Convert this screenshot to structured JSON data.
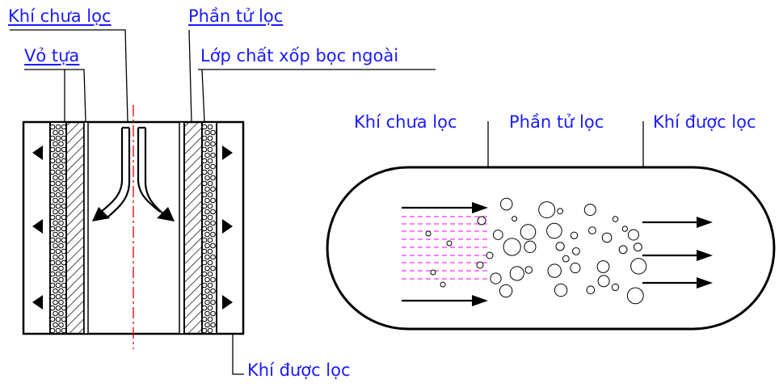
{
  "left_figure": {
    "label_unfiltered_gas": "Khí chưa lọc",
    "label_filter_element": "Phần tử lọc",
    "label_support_shell": "Vỏ tựa",
    "label_porous_wrap": "Lớp chất xốp bọc ngoài",
    "label_filtered_gas": "Khí được lọc"
  },
  "right_figure": {
    "label_unfiltered_gas": "Khí chưa lọc",
    "label_filter_element": "Phần tử lọc",
    "label_filtered_gas": "Khí được lọc"
  },
  "colors": {
    "label_text": "#1a1aff",
    "line": "#000000",
    "axis_center_line": "#e00000",
    "streamlines": "#ff33ff",
    "background": "#ffffff"
  }
}
